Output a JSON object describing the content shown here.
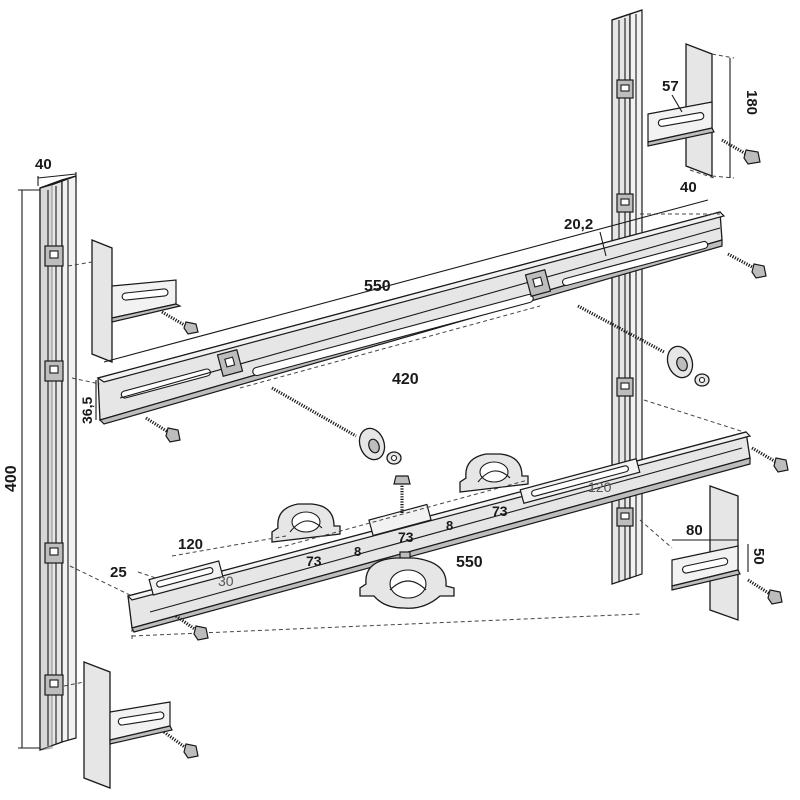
{
  "figure": {
    "subject": "mounting rail system with channel rails, wall brackets, cross bars, bolts and pipe clamps",
    "colors": {
      "line": "#1a1a1a",
      "metal": "#e6e6e6",
      "shadow": "#bdbdbd",
      "background": "#ffffff"
    }
  },
  "dimensions": {
    "left_rail_width": "40",
    "left_rail_height": "400",
    "upper_bar_offset": "36,5",
    "upper_bar_length": "550",
    "upper_slot_length": "420",
    "right_bracket_width": "57",
    "right_bracket_height": "180",
    "right_bracket_depth": "40",
    "upper_bar_thickness": "20,2",
    "lower_bar_length": "550",
    "lower_end_offset": "25",
    "lower_end_slot": "120",
    "lower_end_height": "30",
    "clamp_spacing_a": "73",
    "clamp_gap_a": "8",
    "clamp_spacing_b": "73",
    "clamp_gap_b": "8",
    "clamp_spacing_c": "73",
    "lower_right_slot": "120",
    "lower_bracket_width": "80",
    "lower_bracket_height": "50"
  }
}
